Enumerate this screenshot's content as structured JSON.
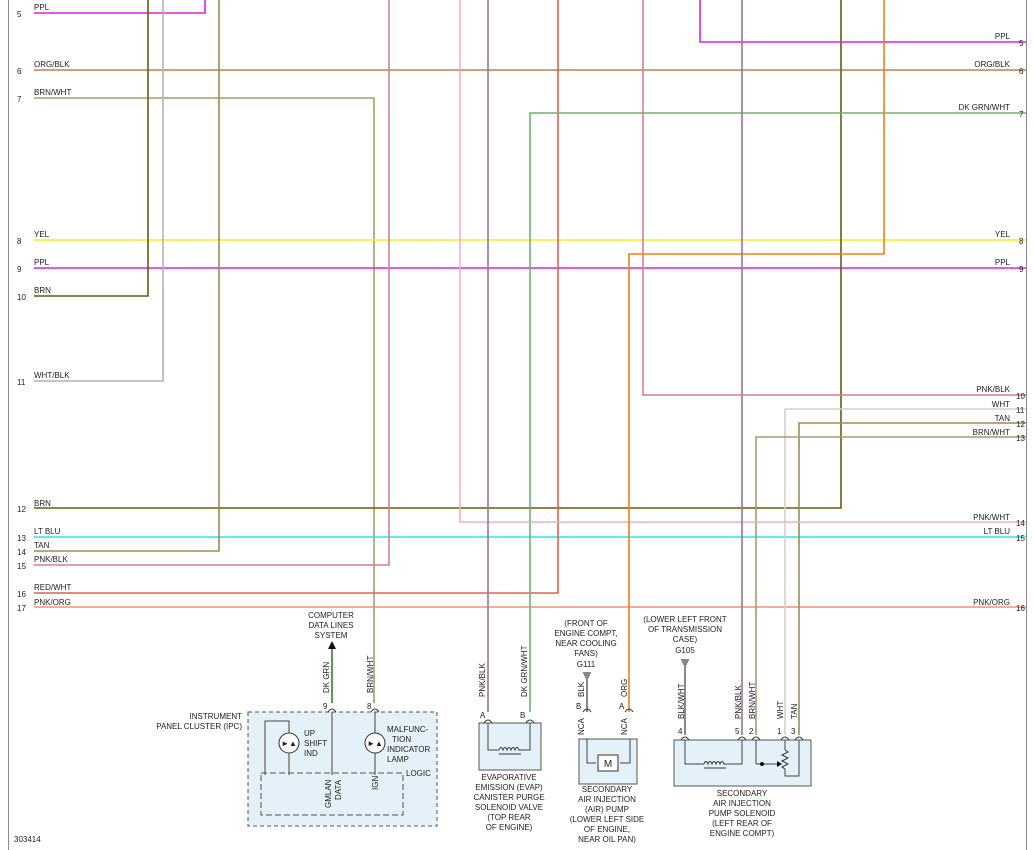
{
  "colors": {
    "PPL": "#e020e0",
    "ORG/BLK": "#b8864a",
    "BRN/WHT": "#a89a70",
    "BRN": "#7a5a1e",
    "YEL": "#f0f020",
    "WHT/BLK": "#b4b4b4",
    "LT BLU": "#30e0f0",
    "TAN": "#a08a50",
    "PNK/BLK": "#d08090",
    "RED/WHT": "#e06050",
    "PNK/ORG": "#f09070",
    "DK GRN/WHT": "#70b070",
    "PNK/WHT": "#f0b0c0",
    "WHT": "#d0d0d0",
    "ORG": "#f08010",
    "DK GRN": "#308030",
    "DARKBRN": "#6a5a10",
    "PNKBLK_V": "#a070a0"
  },
  "left_wires": [
    {
      "num": "5",
      "color_label": "PPL"
    },
    {
      "num": "6",
      "color_label": "ORG/BLK"
    },
    {
      "num": "7",
      "color_label": "BRN/WHT"
    },
    {
      "num": "8",
      "color_label": "YEL"
    },
    {
      "num": "9",
      "color_label": "PPL"
    },
    {
      "num": "10",
      "color_label": "BRN"
    },
    {
      "num": "11",
      "color_label": "WHT/BLK"
    },
    {
      "num": "12",
      "color_label": "BRN"
    },
    {
      "num": "13",
      "color_label": "LT BLU"
    },
    {
      "num": "14",
      "color_label": "TAN"
    },
    {
      "num": "15",
      "color_label": "PNK/BLK"
    },
    {
      "num": "16",
      "color_label": "RED/WHT"
    },
    {
      "num": "17",
      "color_label": "PNK/ORG"
    }
  ],
  "right_wires": [
    {
      "num": "5",
      "color_label": "PPL"
    },
    {
      "num": "6",
      "color_label": "ORG/BLK"
    },
    {
      "num": "7",
      "color_label": "DK GRN/WHT"
    },
    {
      "num": "8",
      "color_label": "YEL"
    },
    {
      "num": "9",
      "color_label": "PPL"
    },
    {
      "num": "10",
      "color_label": "PNK/BLK"
    },
    {
      "num": "11",
      "color_label": "WHT"
    },
    {
      "num": "12",
      "color_label": "TAN"
    },
    {
      "num": "13",
      "color_label": "BRN/WHT"
    },
    {
      "num": "14",
      "color_label": "PNK/WHT"
    },
    {
      "num": "15",
      "color_label": "LT BLU"
    },
    {
      "num": "16",
      "color_label": "PNK/ORG"
    }
  ],
  "data_lines": {
    "lines": [
      "COMPUTER",
      "DATA LINES",
      "SYSTEM"
    ]
  },
  "ipc": {
    "label_lines": [
      "INSTRUMENT",
      "PANEL CLUSTER (IPC)"
    ],
    "pin_a": "9",
    "pin_b": "8",
    "wire_a": "DK GRN",
    "wire_b": "BRN/WHT",
    "upshift_lines": [
      "UP",
      "SHIFT",
      "IND"
    ],
    "mil_lines": [
      "MALFUNC-",
      "TION",
      "INDICATOR",
      "LAMP"
    ],
    "logic": "LOGIC",
    "gmlan_lines": [
      "GMLAN",
      "DATA"
    ],
    "ign": "IGN"
  },
  "evap": {
    "pin_a": "A",
    "pin_b": "B",
    "wire_a": "PNK/BLK",
    "wire_b": "DK GRN/WHT",
    "label_lines": [
      "EVAPORATIVE",
      "EMISSION (EVAP)",
      "CANISTER PURGE",
      "SOLENOID VALVE",
      "(TOP REAR",
      "OF ENGINE)"
    ]
  },
  "air_pump": {
    "location_lines": [
      "(FRONT OF",
      "ENGINE COMPT,",
      "NEAR COOLING",
      "FANS)"
    ],
    "ground": "G111",
    "pin_b": "B",
    "pin_a": "A",
    "wire_b": "BLK",
    "wire_a": "ORG",
    "nca": "NCA",
    "motor": "M",
    "label_lines": [
      "SECONDARY",
      "AIR INJECTION",
      "(AIR) PUMP",
      "(LOWER LEFT SIDE",
      "OF ENGINE,",
      "NEAR OIL PAN)"
    ]
  },
  "air_solenoid": {
    "location_lines": [
      "(LOWER LEFT FRONT",
      "OF TRANSMISSION",
      "CASE)"
    ],
    "ground": "G105",
    "pins": [
      "4",
      "5",
      "2",
      "1",
      "3"
    ],
    "wires": [
      "BLK/WHT",
      "PNK/BLK",
      "BRN/WHT",
      "WHT",
      "TAN"
    ],
    "label_lines": [
      "SECONDARY",
      "AIR INJECTION",
      "PUMP SOLENOID",
      "(LEFT REAR OF",
      "ENGINE COMPT)"
    ]
  },
  "footer": {
    "code": "303414"
  }
}
